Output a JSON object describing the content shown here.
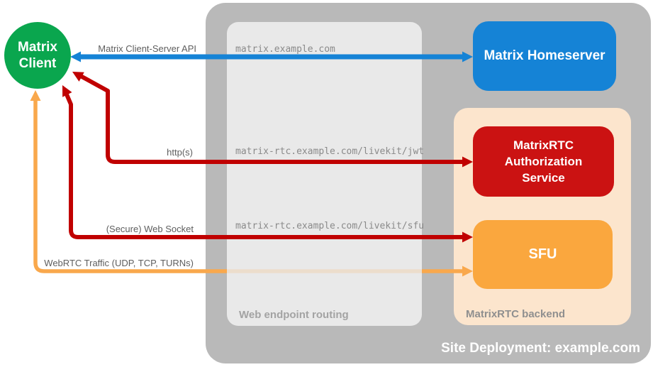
{
  "client": {
    "lines": [
      "Matrix",
      "Client"
    ],
    "color": "#0aa64e"
  },
  "site": {
    "label": "Site Deployment: example.com",
    "container_color": "#b9b9b9"
  },
  "routing": {
    "label": "Web endpoint routing",
    "container_color": "#e9e9e9",
    "endpoints": [
      "matrix.example.com",
      "matrix-rtc.example.com/livekit/jwt",
      "matrix-rtc.example.com/livekit/sfu"
    ]
  },
  "backend": {
    "label": "MatrixRTC backend",
    "container_color": "#fce5cd"
  },
  "nodes": {
    "homeserver": {
      "label": "Matrix Homeserver",
      "color": "#1583d6"
    },
    "auth": {
      "lines": [
        "MatrixRTC",
        "Authorization",
        "Service"
      ],
      "color": "#cb1212"
    },
    "sfu": {
      "label": "SFU",
      "color": "#faa73e"
    }
  },
  "connections": [
    {
      "label": "Matrix Client-Server API",
      "color": "#1583d6",
      "from": "Matrix Client",
      "to": "Matrix Homeserver",
      "via": "matrix.example.com",
      "direction": "bidirectional"
    },
    {
      "label": "http(s)",
      "color": "#c00000",
      "from": "Matrix Client",
      "to": "MatrixRTC Authorization Service",
      "via": "matrix-rtc.example.com/livekit/jwt",
      "direction": "bidirectional"
    },
    {
      "label": "(Secure) Web Socket",
      "color": "#c00000",
      "from": "Matrix Client",
      "to": "SFU",
      "via": "matrix-rtc.example.com/livekit/sfu",
      "direction": "bidirectional"
    },
    {
      "label": "WebRTC Traffic (UDP, TCP, TURNs)",
      "color": "#f9a84c",
      "from": "Matrix Client",
      "to": "SFU",
      "direction": "bidirectional"
    }
  ]
}
